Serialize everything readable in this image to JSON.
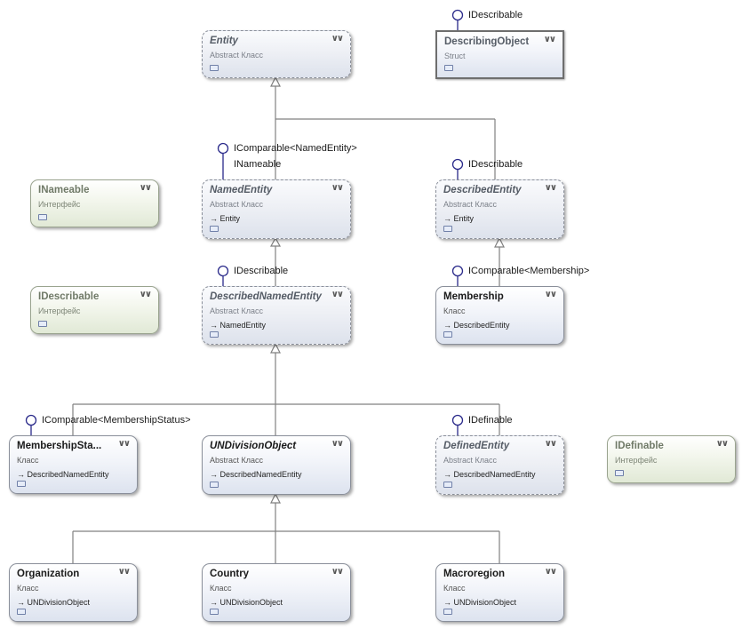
{
  "classes": {
    "entity": {
      "name": "Entity",
      "kind": "Abstract Класс"
    },
    "describing_object": {
      "name": "DescribingObject",
      "kind": "Struct"
    },
    "inameable": {
      "name": "INameable",
      "kind": "Интерфейс"
    },
    "named_entity": {
      "name": "NamedEntity",
      "kind": "Abstract Класс",
      "base": "Entity"
    },
    "described_entity": {
      "name": "DescribedEntity",
      "kind": "Abstract Класс",
      "base": "Entity"
    },
    "idescribable": {
      "name": "IDescribable",
      "kind": "Интерфейс"
    },
    "described_named_entity": {
      "name": "DescribedNamedEntity",
      "kind": "Abstract Класс",
      "base": "NamedEntity"
    },
    "membership": {
      "name": "Membership",
      "kind": "Класс",
      "base": "DescribedEntity"
    },
    "membership_status": {
      "name": "MembershipSta...",
      "kind": "Класс",
      "base": "DescribedNamedEntity"
    },
    "undivision_object": {
      "name": "UNDivisionObject",
      "kind": "Abstract Класс",
      "base": "DescribedNamedEntity"
    },
    "defined_entity": {
      "name": "DefinedEntity",
      "kind": "Abstract Класс",
      "base": "DescribedNamedEntity"
    },
    "idefinable": {
      "name": "IDefinable",
      "kind": "Интерфейс"
    },
    "organization": {
      "name": "Organization",
      "kind": "Класс",
      "base": "UNDivisionObject"
    },
    "country": {
      "name": "Country",
      "kind": "Класс",
      "base": "UNDivisionObject"
    },
    "macroregion": {
      "name": "Macroregion",
      "kind": "Класс",
      "base": "UNDivisionObject"
    }
  },
  "lollipops": {
    "describing_object": "IDescribable",
    "named_entity_1": "IComparable<NamedEntity>",
    "named_entity_2": "INameable",
    "described_entity": "IDescribable",
    "described_named_entity": "IDescribable",
    "membership": "IComparable<Membership>",
    "membership_status": "IComparable<MembershipStatus>",
    "defined_entity": "IDefinable"
  },
  "colors": {
    "connector": "#808080",
    "lollipop": "#2a2a8a"
  },
  "icons": {
    "collapse": "chevron-double-down-icon",
    "members": "members-compartment-icon",
    "base": "inherits-arrow-icon"
  }
}
